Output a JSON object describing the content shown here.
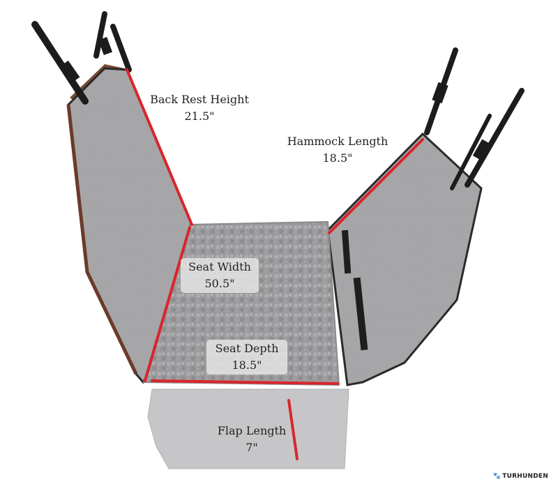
{
  "labels": {
    "back_rest": {
      "title": "Back Rest Height",
      "value": "21.5\""
    },
    "hammock": {
      "title": "Hammock Length",
      "value": "18.5\""
    },
    "seat_width": {
      "title": "Seat Width",
      "value": "50.5\""
    },
    "seat_depth": {
      "title": "Seat Depth",
      "value": "18.5\""
    },
    "flap": {
      "title": "Flap Length",
      "value": "7\""
    }
  },
  "watermark": "TURHUNDEN",
  "colors": {
    "measure_line": "#d8262c",
    "fabric": "#a6a6a8",
    "fabric_dark": "#8e8e90",
    "mat": "#9a9a9c",
    "strap": "#1c1c1c"
  }
}
